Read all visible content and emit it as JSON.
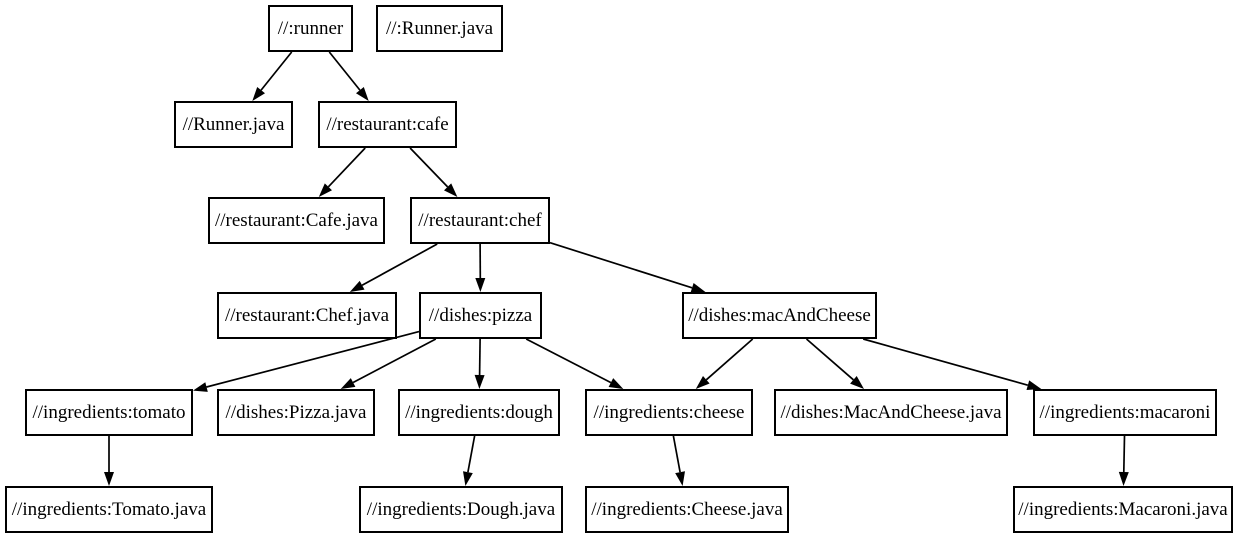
{
  "graph": {
    "nodes": {
      "runner": {
        "label": "//:runner"
      },
      "runner_java_src": {
        "label": "//:Runner.java"
      },
      "runner_java": {
        "label": "//Runner.java"
      },
      "cafe": {
        "label": "//restaurant:cafe"
      },
      "cafe_java": {
        "label": "//restaurant:Cafe.java"
      },
      "chef": {
        "label": "//restaurant:chef"
      },
      "chef_java": {
        "label": "//restaurant:Chef.java"
      },
      "pizza": {
        "label": "//dishes:pizza"
      },
      "mac_and_cheese": {
        "label": "//dishes:macAndCheese"
      },
      "tomato": {
        "label": "//ingredients:tomato"
      },
      "pizza_java": {
        "label": "//dishes:Pizza.java"
      },
      "dough": {
        "label": "//ingredients:dough"
      },
      "cheese": {
        "label": "//ingredients:cheese"
      },
      "mac_and_cheese_java": {
        "label": "//dishes:MacAndCheese.java"
      },
      "macaroni": {
        "label": "//ingredients:macaroni"
      },
      "tomato_java": {
        "label": "//ingredients:Tomato.java"
      },
      "dough_java": {
        "label": "//ingredients:Dough.java"
      },
      "cheese_java": {
        "label": "//ingredients:Cheese.java"
      },
      "macaroni_java": {
        "label": "//ingredients:Macaroni.java"
      }
    },
    "edges": [
      [
        "runner",
        "runner_java"
      ],
      [
        "runner",
        "cafe"
      ],
      [
        "cafe",
        "cafe_java"
      ],
      [
        "cafe",
        "chef"
      ],
      [
        "chef",
        "chef_java"
      ],
      [
        "chef",
        "pizza"
      ],
      [
        "chef",
        "mac_and_cheese"
      ],
      [
        "pizza",
        "tomato"
      ],
      [
        "pizza",
        "pizza_java"
      ],
      [
        "pizza",
        "dough"
      ],
      [
        "pizza",
        "cheese"
      ],
      [
        "mac_and_cheese",
        "cheese"
      ],
      [
        "mac_and_cheese",
        "mac_and_cheese_java"
      ],
      [
        "mac_and_cheese",
        "macaroni"
      ],
      [
        "tomato",
        "tomato_java"
      ],
      [
        "dough",
        "dough_java"
      ],
      [
        "cheese",
        "cheese_java"
      ],
      [
        "macaroni",
        "macaroni_java"
      ]
    ]
  },
  "colors": {
    "background": "#ffffff",
    "node_fill": "#ffffff",
    "node_border": "#000000",
    "edge": "#000000",
    "text": "#000000"
  }
}
